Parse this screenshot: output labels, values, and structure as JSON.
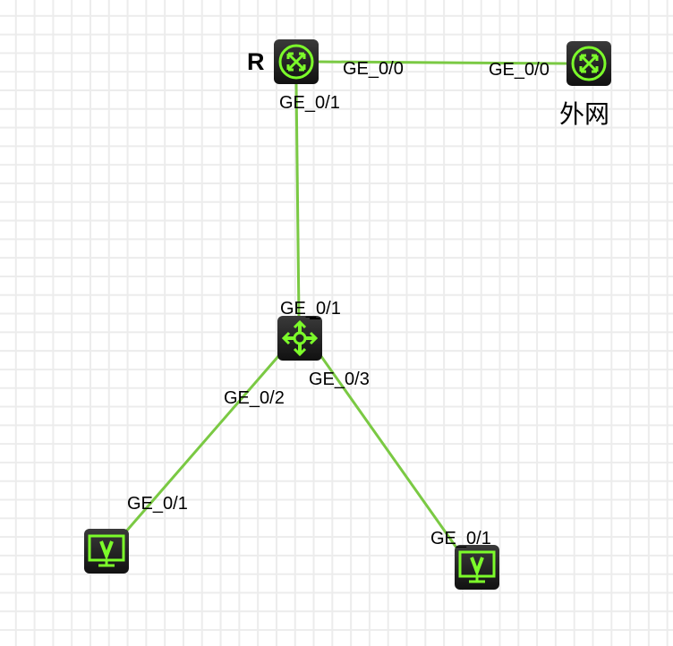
{
  "devices": {
    "router_r": {
      "name": "R",
      "type": "router"
    },
    "router_ext": {
      "name": "外网",
      "type": "router"
    },
    "switch": {
      "name": "",
      "type": "switch"
    },
    "pc1": {
      "type": "pc"
    },
    "pc2": {
      "type": "pc"
    }
  },
  "links": [
    {
      "from": "R",
      "from_port": "GE_0/0",
      "to": "外网",
      "to_port": "GE_0/0"
    },
    {
      "from": "R",
      "from_port": "GE_0/1",
      "to": "switch",
      "to_port": "GE_0/1"
    },
    {
      "from": "switch",
      "from_port": "GE_0/2",
      "to": "pc1",
      "to_port": "GE_0/1"
    },
    {
      "from": "switch",
      "from_port": "GE_0/3",
      "to": "pc2",
      "to_port": "GE_0/1"
    }
  ],
  "colors": {
    "link": "#7ac943",
    "icon": "#7cfc2a"
  }
}
